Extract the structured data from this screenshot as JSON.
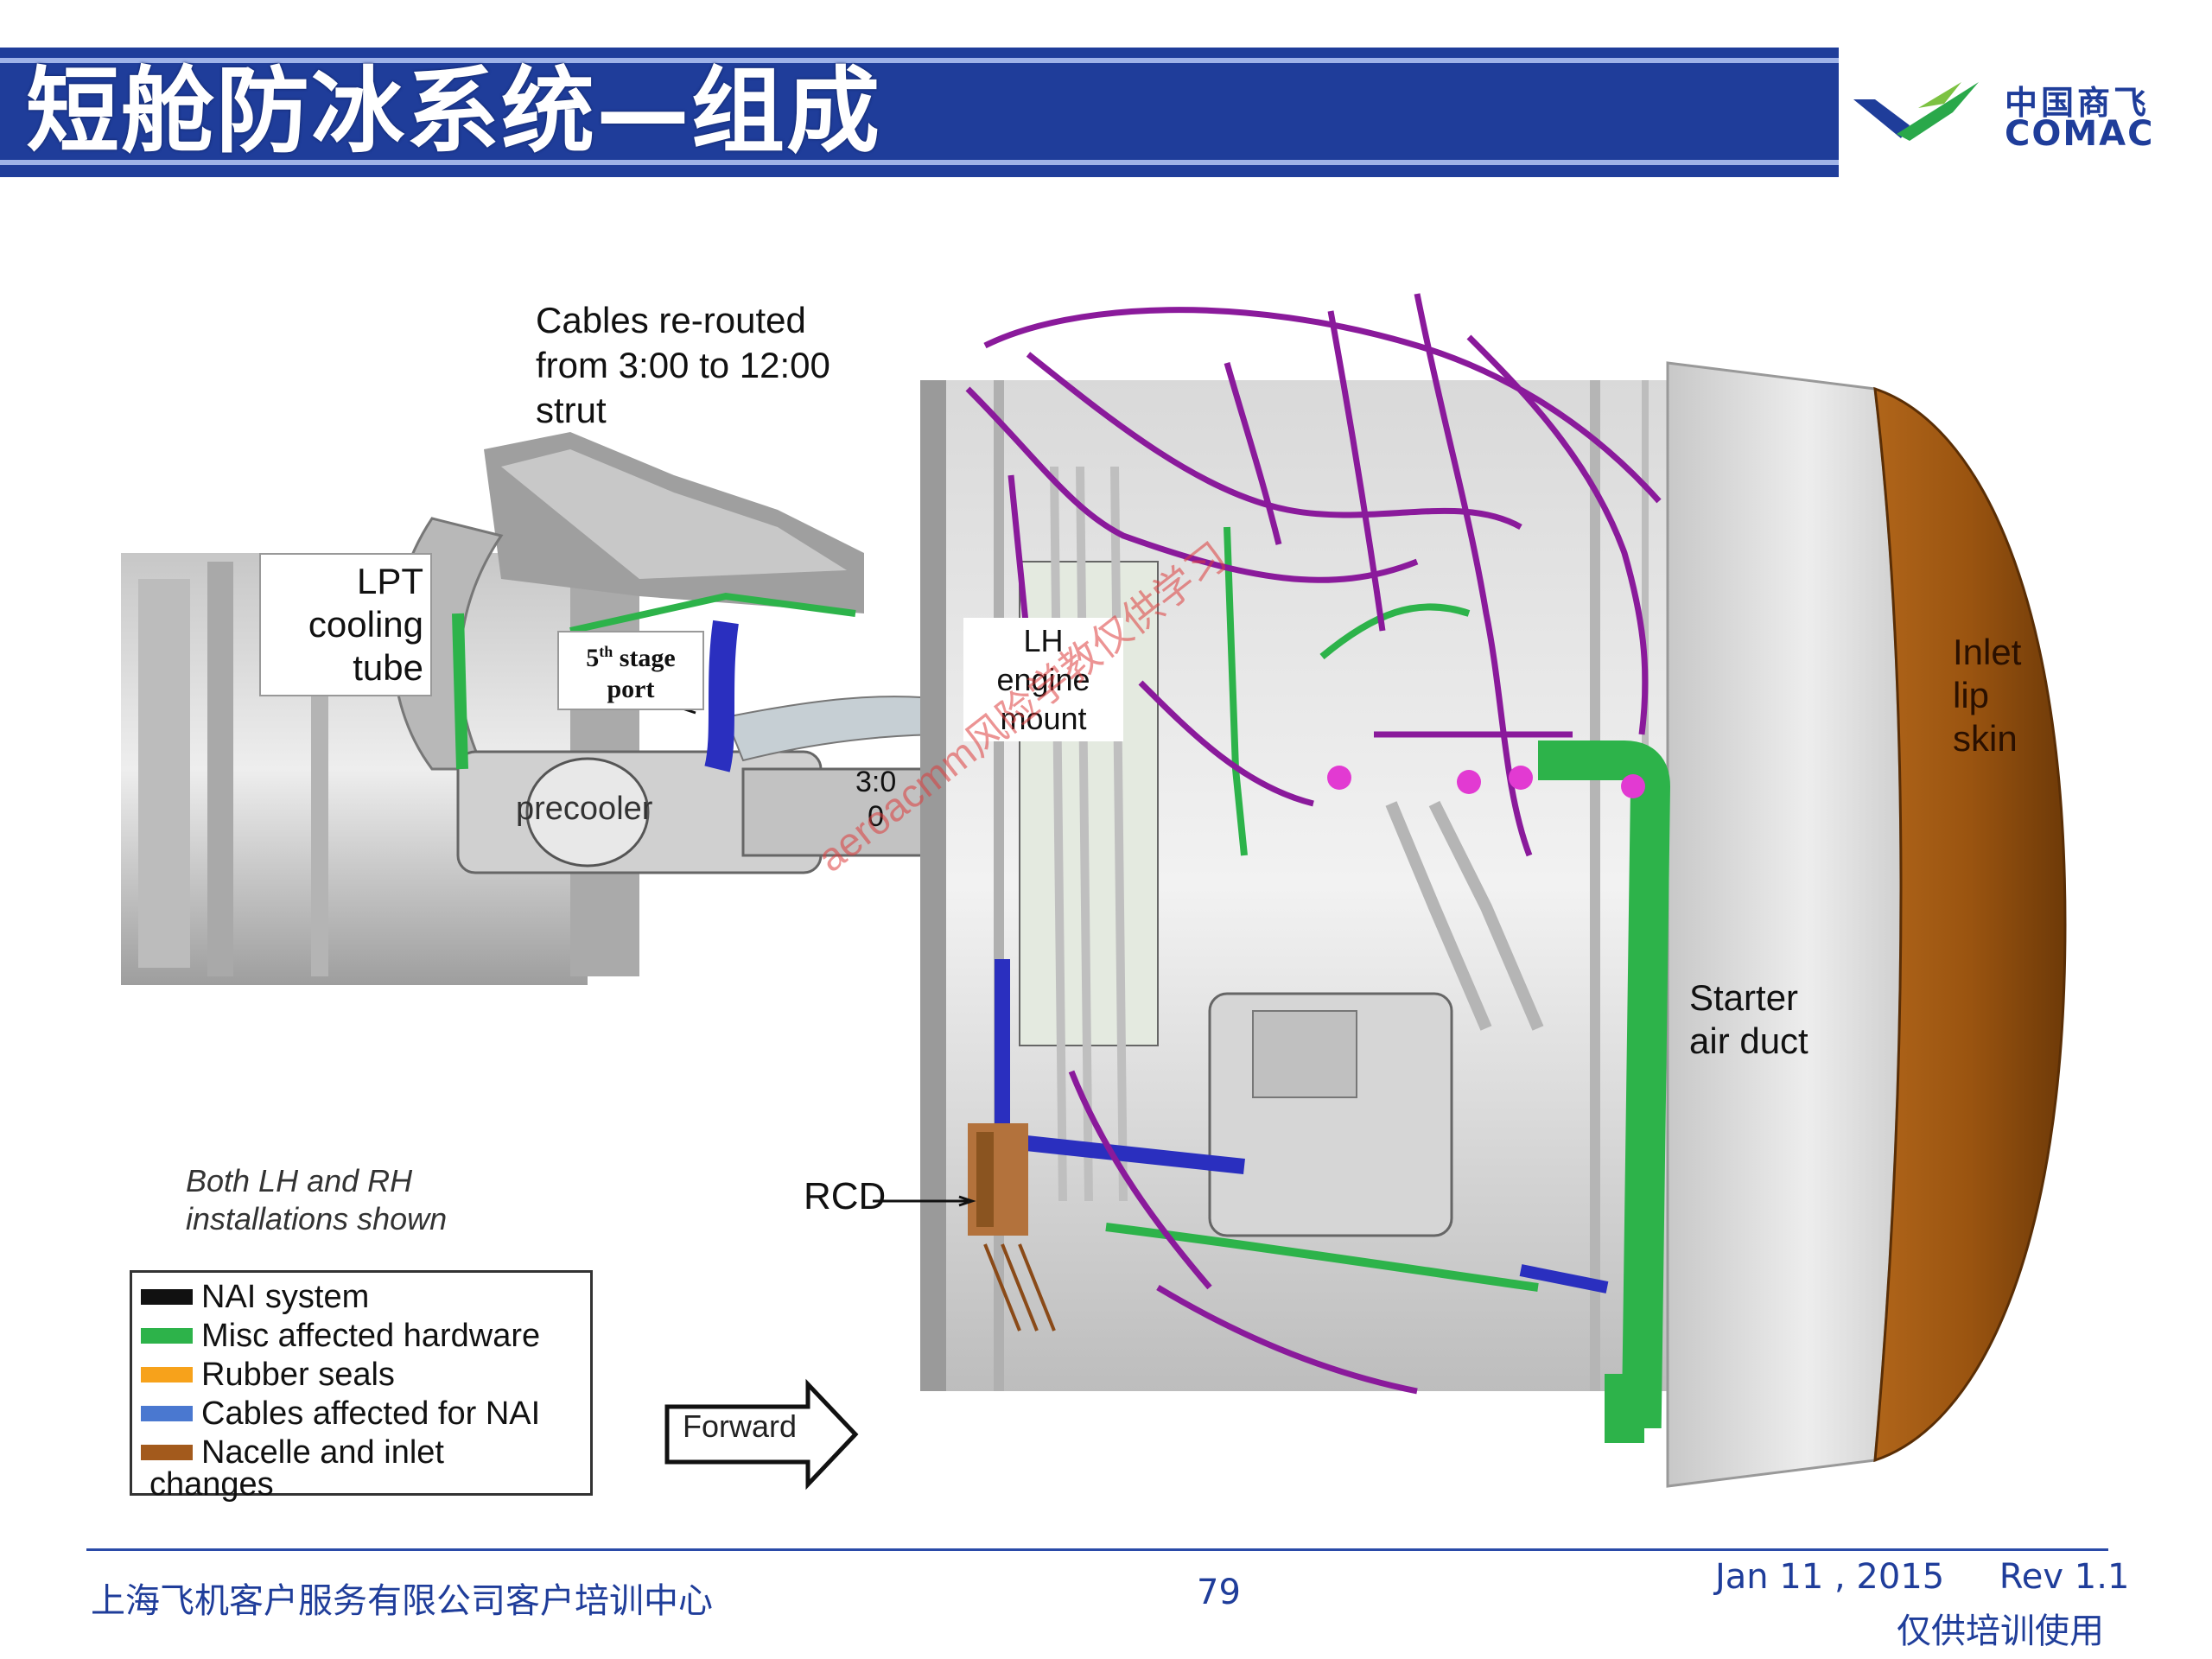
{
  "header": {
    "title": "短舱防冰系统—组成",
    "logo_cn": "中国商飞",
    "logo_en": "COMAC"
  },
  "figure": {
    "labels": {
      "cables_rerouted": [
        "Cables re-routed",
        "from 3:00 to 12:00",
        "strut"
      ],
      "lpt_cooling_tube": [
        "LPT",
        "cooling",
        "tube"
      ],
      "fifth_stage_port_sup": "th",
      "fifth_stage_port": [
        "5",
        " stage",
        "port"
      ],
      "precooler": "precooler",
      "clock_3_0": [
        "3:0",
        "0"
      ],
      "lh_engine_mount": [
        "LH",
        "engine",
        "mount"
      ],
      "inlet_lip_skin": [
        "Inlet",
        "lip",
        "skin"
      ],
      "starter_air_duct": [
        "Starter",
        "air duct"
      ],
      "rcd": "RCD",
      "both_installations": [
        "Both LH and RH",
        "installations shown"
      ],
      "forward": "Forward",
      "watermark": "aeroacmm风险学教仅供学习"
    },
    "colors": {
      "nai": "#111111",
      "misc": "#2db34a",
      "rubber": "#f7a21b",
      "cables": "#4a78d0",
      "nacelle": "#a35a1c",
      "wiring": "#8a1a9b",
      "lip": "#9a5410"
    }
  },
  "legend": {
    "items": [
      {
        "label": "NAI system",
        "color": "#111111"
      },
      {
        "label": "Misc affected hardware",
        "color": "#2db34a"
      },
      {
        "label": "Rubber seals",
        "color": "#f7a21b"
      },
      {
        "label": "Cables affected for NAI",
        "color": "#4a78d0"
      },
      {
        "label": "Nacelle and inlet",
        "color": "#a35a1c"
      }
    ],
    "overflow": "changes"
  },
  "footer": {
    "company": "上海飞机客户服务有限公司客户培训中心",
    "page": "79",
    "date": "Jan 11 , 2015     Rev 1.1",
    "note": "仅供培训使用"
  }
}
